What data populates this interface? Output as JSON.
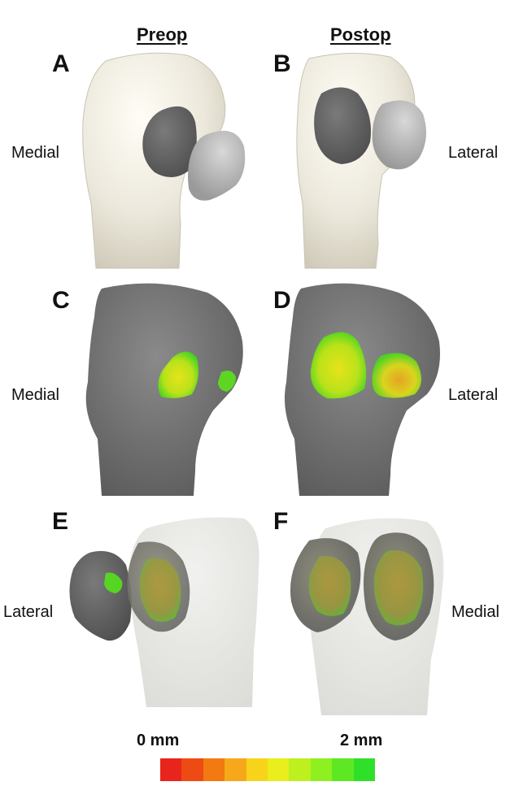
{
  "columns": {
    "preop": "Preop",
    "postop": "Postop"
  },
  "panels": [
    "A",
    "B",
    "C",
    "D",
    "E",
    "F"
  ],
  "side_labels": {
    "a": "Medial",
    "b": "Lateral",
    "c": "Medial",
    "d": "Lateral",
    "e": "Lateral",
    "f": "Medial"
  },
  "scale": {
    "min_label": "0 mm",
    "max_label": "2 mm",
    "colors": [
      "#e8241c",
      "#ee4a14",
      "#f27a10",
      "#f6a81a",
      "#f7d41a",
      "#e9ee1c",
      "#bdf01e",
      "#8ef020",
      "#5ee824",
      "#2fe028"
    ]
  }
}
